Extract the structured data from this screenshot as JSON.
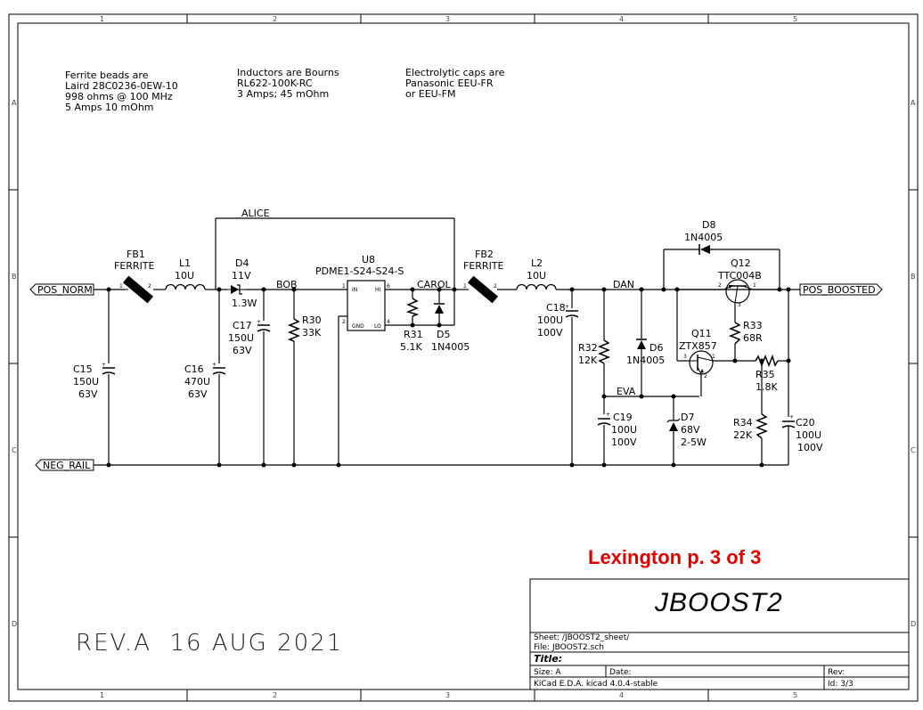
{
  "notes": {
    "ferrite": [
      "Ferrite beads are",
      "Laird 28C0236-0EW-10",
      "998 ohms @ 100 MHz",
      "5 Amps 10 mOhm"
    ],
    "inductors": [
      "Inductors are Bourns",
      "RL622-100K-RC",
      "3 Amps; 45 mOhm"
    ],
    "caps": [
      "Electrolytic caps are",
      "Panasonic EEU-FR",
      "or EEU-FM"
    ]
  },
  "grid": {
    "cols": [
      "1",
      "2",
      "3",
      "4",
      "5"
    ],
    "rows": [
      "A",
      "B",
      "C",
      "D"
    ]
  },
  "ports": {
    "pos_norm": "POS_NORM",
    "neg_rail": "NEG_RAIL",
    "pos_boosted": "POS_BOOSTED"
  },
  "nets": {
    "alice": "ALICE",
    "bob": "BOB",
    "carol": "CAROL",
    "dan": "DAN",
    "eva": "EVA"
  },
  "components": {
    "fb1": {
      "ref": "FB1",
      "value": "FERRITE"
    },
    "fb2": {
      "ref": "FB2",
      "value": "FERRITE"
    },
    "l1": {
      "ref": "L1",
      "value": "10U"
    },
    "l2": {
      "ref": "L2",
      "value": "10U"
    },
    "d4": {
      "ref": "D4",
      "value": "11V",
      "extra": "1.3W"
    },
    "u8": {
      "ref": "U8",
      "value": "PDME1-S24-S24-S",
      "pin_in": "IN",
      "pin_hi": "HI",
      "pin_gnd": "GND",
      "pin_lo": "LO"
    },
    "c15": {
      "ref": "C15",
      "value": "150U",
      "extra": "63V"
    },
    "c16": {
      "ref": "C16",
      "value": "470U",
      "extra": "63V"
    },
    "c17": {
      "ref": "C17",
      "value": "150U",
      "extra": "63V"
    },
    "r30": {
      "ref": "R30",
      "value": "33K"
    },
    "r31": {
      "ref": "R31",
      "value": "5.1K"
    },
    "d5": {
      "ref": "D5",
      "value": "1N4005"
    },
    "c18": {
      "ref": "C18",
      "value": "100U",
      "extra": "100V"
    },
    "r32": {
      "ref": "R32",
      "value": "12K"
    },
    "d6": {
      "ref": "D6",
      "value": "1N4005"
    },
    "c19": {
      "ref": "C19",
      "value": "100U",
      "extra": "100V"
    },
    "d7": {
      "ref": "D7",
      "value": "68V",
      "extra": "2-5W"
    },
    "d8": {
      "ref": "D8",
      "value": "1N4005"
    },
    "q11": {
      "ref": "Q11",
      "value": "ZTX857"
    },
    "q12": {
      "ref": "Q12",
      "value": "TTC004B"
    },
    "r33": {
      "ref": "R33",
      "value": "68R"
    },
    "r35": {
      "ref": "R35",
      "value": "1.8K"
    },
    "r34": {
      "ref": "R34",
      "value": "22K"
    },
    "c20": {
      "ref": "C20",
      "value": "100U",
      "extra": "100V"
    }
  },
  "banner": "Lexington p. 3 of 3",
  "revision": "REV.A  16 AUG 2021",
  "title_block": {
    "title": "JBOOST2",
    "sheet": "Sheet: /JBOOST2_sheet/",
    "file": "File: JBOOST2.sch",
    "title_label": "Title:",
    "size": "Size: A",
    "date": "Date:",
    "rev": "Rev:",
    "tool": "KiCad E.D.A.  kicad 4.0.4-stable",
    "id": "Id: 3/3"
  }
}
